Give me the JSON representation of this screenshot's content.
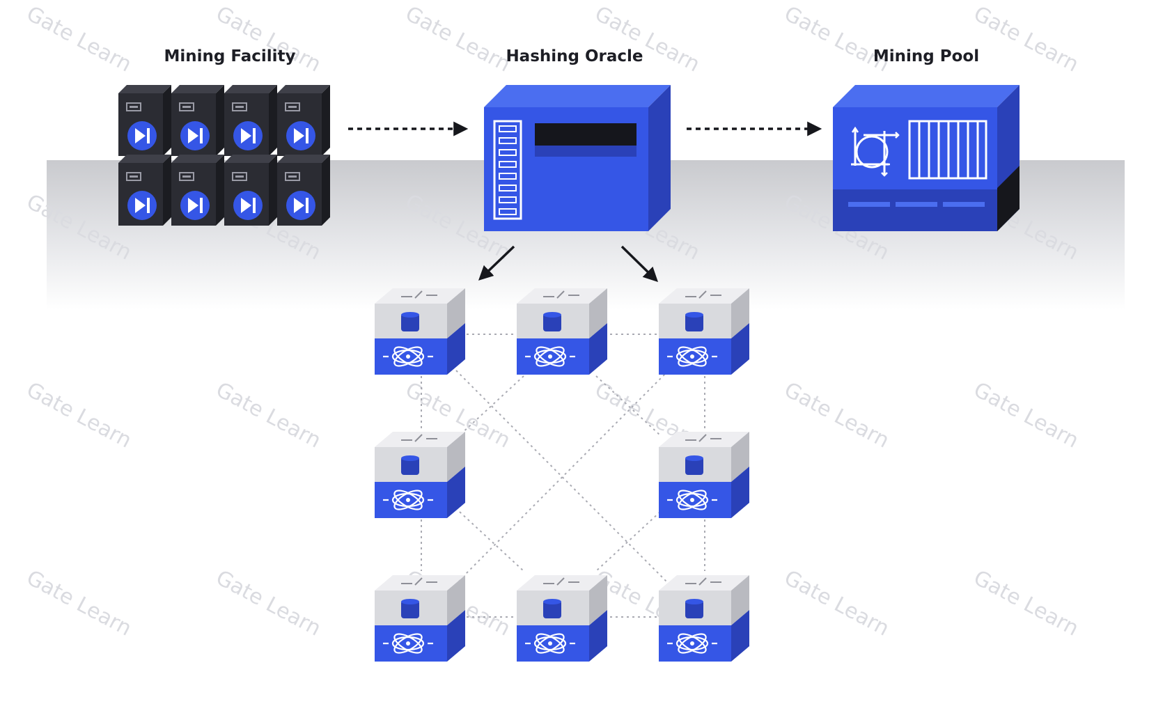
{
  "labels": {
    "mining_facility": "Mining Facility",
    "hashing_oracle": "Hashing Oracle",
    "mining_pool": "Mining Pool"
  },
  "watermark": "Gate Learn",
  "colors": {
    "blue": "#3556e6",
    "blue_dark": "#2a41b8",
    "server_black": "#2b2c33",
    "node_gray": "#d9dade",
    "arrow": "#16171c"
  },
  "icons": {
    "miner": "play-pause-icon",
    "oracle": "server-rack-icon",
    "pool": "pool-hub-icon",
    "node_top": "network-arrows-icon",
    "node_mid": "database-icon",
    "node_bottom": "atom-network-icon"
  }
}
